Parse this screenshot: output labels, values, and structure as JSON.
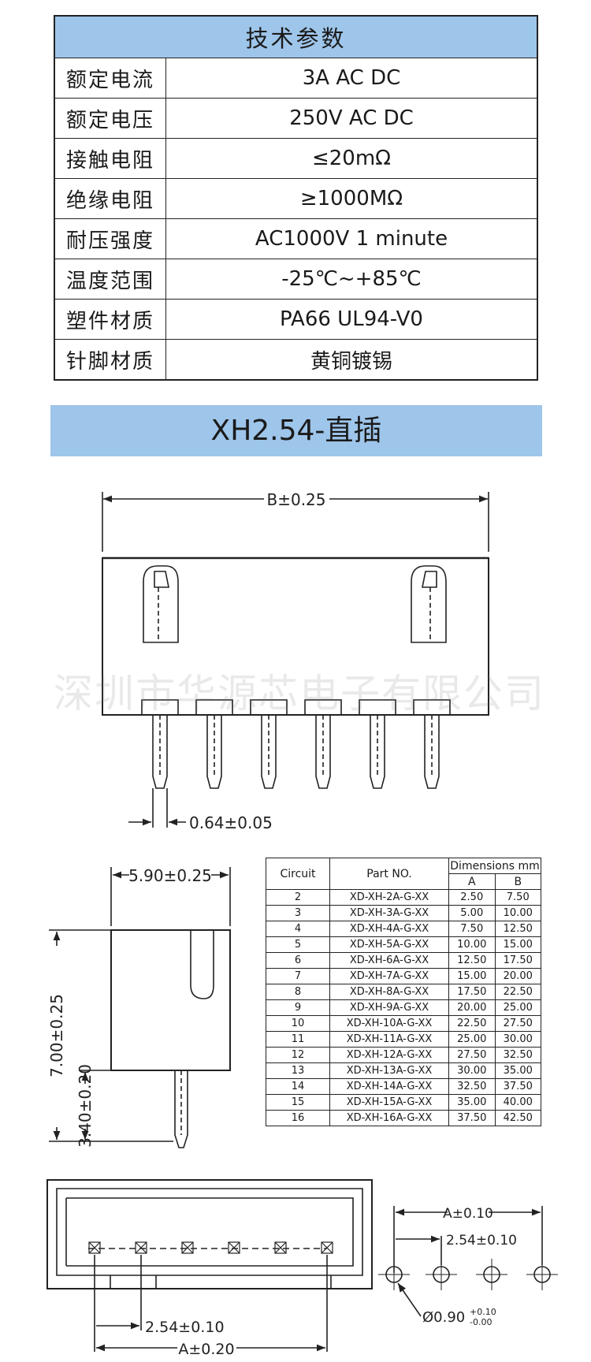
{
  "specs": {
    "title": "技术参数",
    "rows": [
      {
        "label": "额定电流",
        "value": "3A AC DC"
      },
      {
        "label": "额定电压",
        "value": "250V AC DC"
      },
      {
        "label": "接触电阻",
        "value": "≤20mΩ"
      },
      {
        "label": "绝缘电阻",
        "value": "≥1000MΩ"
      },
      {
        "label": "耐压强度",
        "value": "AC1000V 1 minute"
      },
      {
        "label": "温度范围",
        "value": "-25℃~+85℃"
      },
      {
        "label": "塑件材质",
        "value": "PA66 UL94-V0"
      },
      {
        "label": "针脚材质",
        "value": "黄铜镀锡"
      }
    ]
  },
  "banner": {
    "title": "XH2.54-直插"
  },
  "watermark": "深圳市华源芯电子有限公司",
  "drawing": {
    "top_width_label": "B±0.25",
    "pin_width_label": "0.64±0.05",
    "side_width_label": "5.90±0.25",
    "side_height_label": "7.00±0.25",
    "pin_length_label": "3.40±0.20",
    "pitch_label_bottom": "2.54±0.10",
    "overall_bottom_label": "A±0.20",
    "pcb_a_label": "A±0.10",
    "pcb_pitch_label": "2.54±0.10",
    "hole_label": "Ø0.90",
    "hole_tol_plus": "+0.10",
    "hole_tol_minus": "-0.00"
  },
  "dimensions_table": {
    "col_circuit": "Circuit",
    "col_part": "Part NO.",
    "col_dims": "Dimensions mm",
    "col_a": "A",
    "col_b": "B",
    "rows": [
      {
        "circuit": "2",
        "part": "XD-XH-2A-G-XX",
        "a": "2.50",
        "b": "7.50"
      },
      {
        "circuit": "3",
        "part": "XD-XH-3A-G-XX",
        "a": "5.00",
        "b": "10.00"
      },
      {
        "circuit": "4",
        "part": "XD-XH-4A-G-XX",
        "a": "7.50",
        "b": "12.50"
      },
      {
        "circuit": "5",
        "part": "XD-XH-5A-G-XX",
        "a": "10.00",
        "b": "15.00"
      },
      {
        "circuit": "6",
        "part": "XD-XH-6A-G-XX",
        "a": "12.50",
        "b": "17.50"
      },
      {
        "circuit": "7",
        "part": "XD-XH-7A-G-XX",
        "a": "15.00",
        "b": "20.00"
      },
      {
        "circuit": "8",
        "part": "XD-XH-8A-G-XX",
        "a": "17.50",
        "b": "22.50"
      },
      {
        "circuit": "9",
        "part": "XD-XH-9A-G-XX",
        "a": "20.00",
        "b": "25.00"
      },
      {
        "circuit": "10",
        "part": "XD-XH-10A-G-XX",
        "a": "22.50",
        "b": "27.50"
      },
      {
        "circuit": "11",
        "part": "XD-XH-11A-G-XX",
        "a": "25.00",
        "b": "30.00"
      },
      {
        "circuit": "12",
        "part": "XD-XH-12A-G-XX",
        "a": "27.50",
        "b": "32.50"
      },
      {
        "circuit": "13",
        "part": "XD-XH-13A-G-XX",
        "a": "30.00",
        "b": "35.00"
      },
      {
        "circuit": "14",
        "part": "XD-XH-14A-G-XX",
        "a": "32.50",
        "b": "37.50"
      },
      {
        "circuit": "15",
        "part": "XD-XH-15A-G-XX",
        "a": "35.00",
        "b": "40.00"
      },
      {
        "circuit": "16",
        "part": "XD-XH-16A-G-XX",
        "a": "37.50",
        "b": "42.50"
      }
    ]
  },
  "colors": {
    "header_blue": "#9ec5ea",
    "line": "#222222"
  }
}
